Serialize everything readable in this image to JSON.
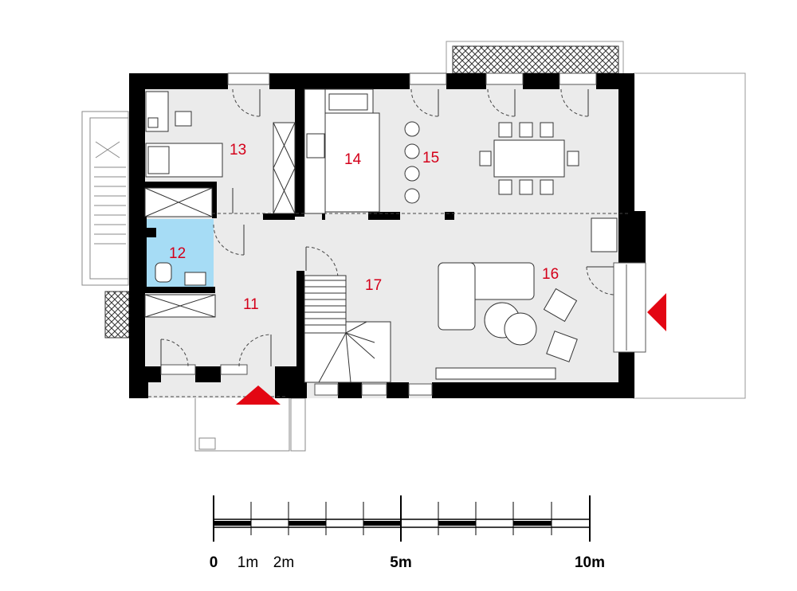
{
  "rooms": [
    {
      "id": "r11",
      "label": "11"
    },
    {
      "id": "r12",
      "label": "12"
    },
    {
      "id": "r13",
      "label": "13"
    },
    {
      "id": "r14",
      "label": "14"
    },
    {
      "id": "r15",
      "label": "15"
    },
    {
      "id": "r16",
      "label": "16"
    },
    {
      "id": "r17",
      "label": "17"
    }
  ],
  "scale": {
    "labels": [
      "0",
      "1m",
      "2m",
      "5m",
      "10m"
    ]
  },
  "colors": {
    "wall": "#000000",
    "floor": "#ebebeb",
    "bathroom": "#a6dcf5",
    "room_number": "#d4001a",
    "entrance_marker": "#e30613"
  }
}
